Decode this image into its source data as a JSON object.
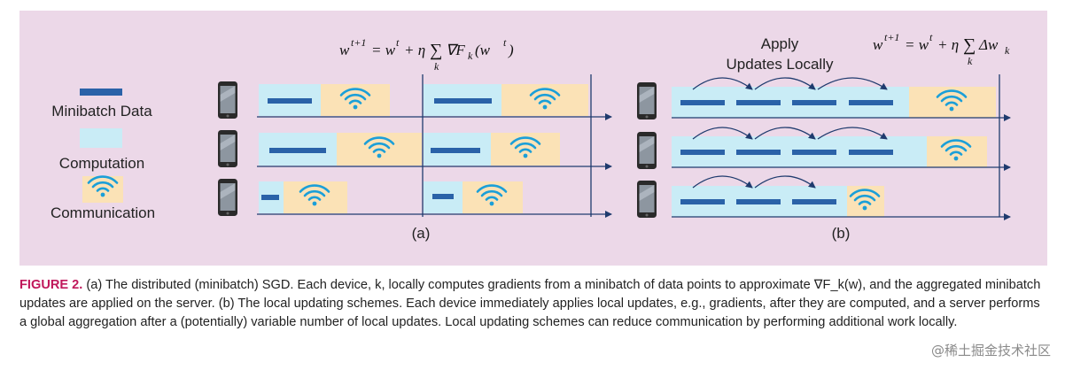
{
  "legend": {
    "minibatch": "Minibatch Data",
    "computation": "Computation",
    "communication": "Communication"
  },
  "panel_a": {
    "label": "(a)",
    "formula": {
      "lhs": "w",
      "lhs_sup": "t+1",
      "rhs_part1": "= w",
      "rhs_sup": "t",
      "rhs_part2": "+ η",
      "sum": "∑",
      "sum_sub": "k",
      "term": "∇F",
      "term_sub": "k",
      "term_arg": "(w",
      "term_arg_sup": "t",
      "term_close": ")"
    }
  },
  "panel_b": {
    "label": "(b)",
    "apply_line1": "Apply",
    "apply_line2": "Updates Locally",
    "formula": {
      "lhs": "w",
      "lhs_sup": "t+1",
      "rhs_part1": "= w",
      "rhs_sup": "t",
      "rhs_part2": "+ η",
      "sum": "∑",
      "sum_sub": "k",
      "term": "Δw",
      "term_sub": "k"
    }
  },
  "colors": {
    "panel_bg": "#ecd8e8",
    "computation": "#c9ecf6",
    "communication": "#fbe2b6",
    "minibatch": "#2a62a8",
    "wifi": "#1b9fd8",
    "caption_label": "#c0185b"
  },
  "caption": {
    "label": "FIGURE 2.",
    "text": "(a) The distributed (minibatch) SGD. Each device, k, locally computes gradients from a minibatch of data points to approximate ∇F_k(w), and the aggregated minibatch updates are applied on the server. (b) The local updating schemes. Each device immediately applies local updates, e.g., gradients, after they are computed, and a server performs a global aggregation after a (potentially) variable number of local updates. Local updating schemes can reduce communication by performing additional work locally."
  },
  "watermark": "@稀土掘金技术社区"
}
